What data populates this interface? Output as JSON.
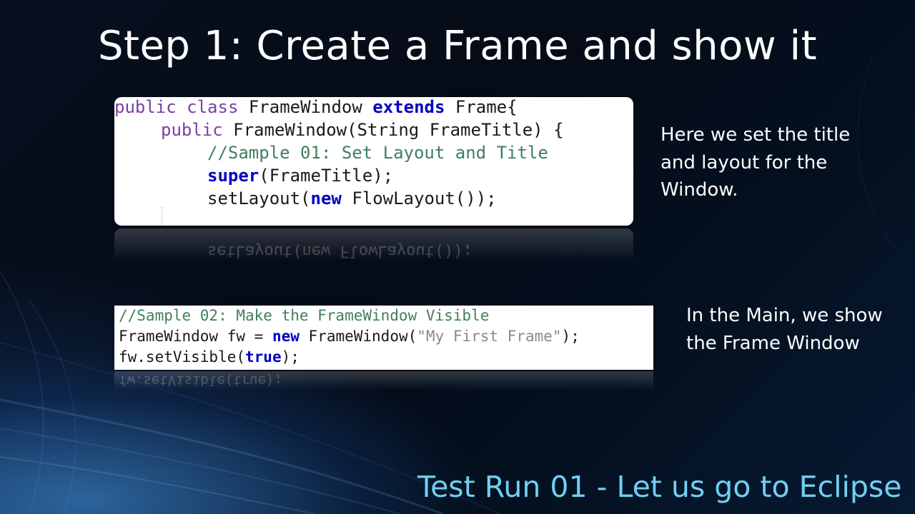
{
  "slide": {
    "title": "Step 1: Create a Frame and show it",
    "footer": "Test Run 01 - Let us go to Eclipse"
  },
  "code_block_1": {
    "line1": {
      "kw1": "public",
      "kw2": "class",
      "name": "FrameWindow",
      "kw3": "extends",
      "rest": "Frame{"
    },
    "line2": {
      "kw1": "public",
      "rest": "FrameWindow(String FrameTitle) {"
    },
    "line3": {
      "comment": "//Sample 01: Set Layout and Title"
    },
    "line4": {
      "kw": "super",
      "rest": "(FrameTitle);"
    },
    "line5": {
      "pre": "setLayout(",
      "kw": "new",
      "rest": "FlowLayout());"
    },
    "reflection": "setLayout(new FlowLayout());"
  },
  "code_block_2": {
    "line1": {
      "comment": "//Sample 02: Make the FrameWindow Visible"
    },
    "line2": {
      "pre": "FrameWindow fw = ",
      "kw": "new",
      "mid": "FrameWindow(",
      "str": "\"My First Frame\"",
      "rest": ");"
    },
    "line3": {
      "pre": "fw.setVisible(",
      "kw": "true",
      "rest": ");"
    },
    "reflection": "fw.setVisible(true);"
  },
  "notes": {
    "note1": "Here we set the title and layout for the Window.",
    "note2": "In the Main, we show the Frame Window"
  }
}
